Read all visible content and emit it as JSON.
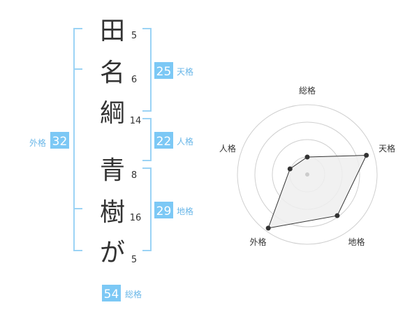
{
  "name": {
    "chars": [
      {
        "char": "田",
        "strokes": "5"
      },
      {
        "char": "名",
        "strokes": "6"
      },
      {
        "char": "綱",
        "strokes": "14"
      },
      {
        "char": "青",
        "strokes": "8"
      },
      {
        "char": "樹",
        "strokes": "16"
      },
      {
        "char": "が",
        "strokes": "5"
      }
    ]
  },
  "kakusu": {
    "tenkaku": {
      "value": "25",
      "label": "天格"
    },
    "jinkaku": {
      "value": "22",
      "label": "人格"
    },
    "chikaku": {
      "value": "29",
      "label": "地格"
    },
    "gaikaku": {
      "value": "32",
      "label": "外格"
    },
    "soukaku": {
      "value": "54",
      "label": "総格"
    }
  },
  "radar": {
    "axes": [
      "総格",
      "天格",
      "地格",
      "外格",
      "人格"
    ],
    "values": [
      0.25,
      0.89,
      0.73,
      0.95,
      0.26
    ],
    "rings": 4
  },
  "colors": {
    "accent": "#7cc8f5",
    "bracket": "#9bd3f5",
    "badge_text": "#ffffff",
    "label": "#6ab7e8",
    "char": "#333333",
    "stroke_num": "#333333",
    "ring": "#cfcfcf",
    "fill": "#eeeeee",
    "line": "#333333"
  }
}
